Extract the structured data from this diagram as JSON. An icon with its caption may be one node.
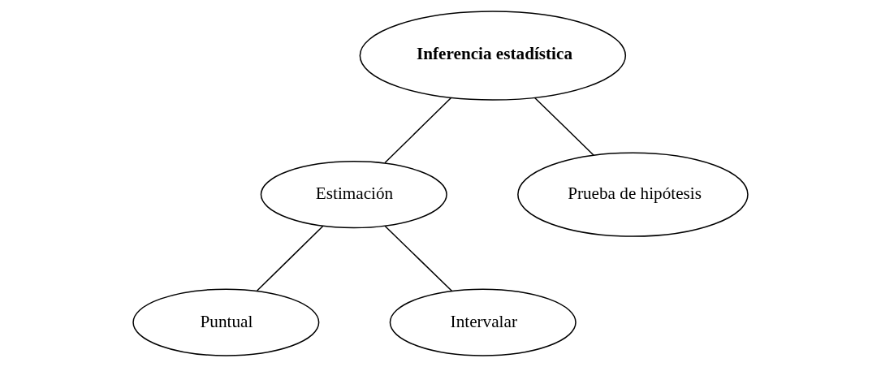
{
  "diagram": {
    "nodes": [
      {
        "text": [
          "Inferencia estadística"
        ]
      },
      {
        "text": [
          "Estimación"
        ]
      },
      {
        "text": [
          "Prueba de hipótesis"
        ]
      },
      {
        "text": [
          "Puntual"
        ]
      },
      {
        "text": [
          "Intervalar"
        ]
      }
    ],
    "edges": [
      {
        "from": 0,
        "to": 1,
        "arrow": "none"
      },
      {
        "from": 0,
        "to": 2,
        "arrow": "none"
      },
      {
        "from": 1,
        "to": 3,
        "arrow": "none"
      },
      {
        "from": 1,
        "to": 4,
        "arrow": "none"
      }
    ]
  }
}
